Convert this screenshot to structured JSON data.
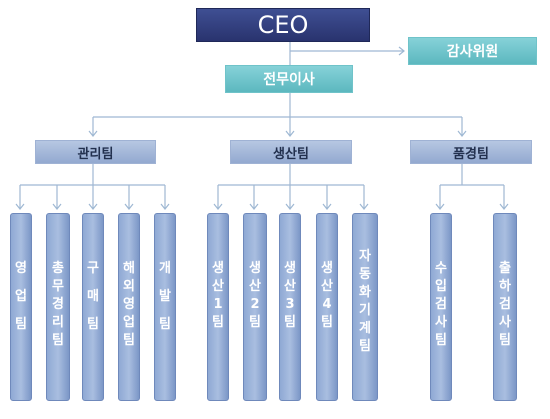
{
  "ceo": "CEO",
  "auditor": "감사위원",
  "director": "전무이사",
  "departments": [
    "관리팀",
    "생산팀",
    "품경팀"
  ],
  "teams": [
    {
      "label": "영업팀"
    },
    {
      "label": "총무경리팀"
    },
    {
      "label": "구매팀"
    },
    {
      "label": "해외영업팀"
    },
    {
      "label": "개발팀"
    },
    {
      "label": "생산1팀"
    },
    {
      "label": "생산2팀"
    },
    {
      "label": "생산3팀"
    },
    {
      "label": "생산4팀"
    },
    {
      "label": "자동화기계팀"
    },
    {
      "label": "수입검사팀"
    },
    {
      "label": "출하검사팀"
    }
  ],
  "colors": {
    "ceo": "#2f3a7a",
    "accent": "#6cc4ca",
    "dept": "#a3b6d9",
    "team": "#93abd6",
    "line": "#9fb8d3"
  }
}
